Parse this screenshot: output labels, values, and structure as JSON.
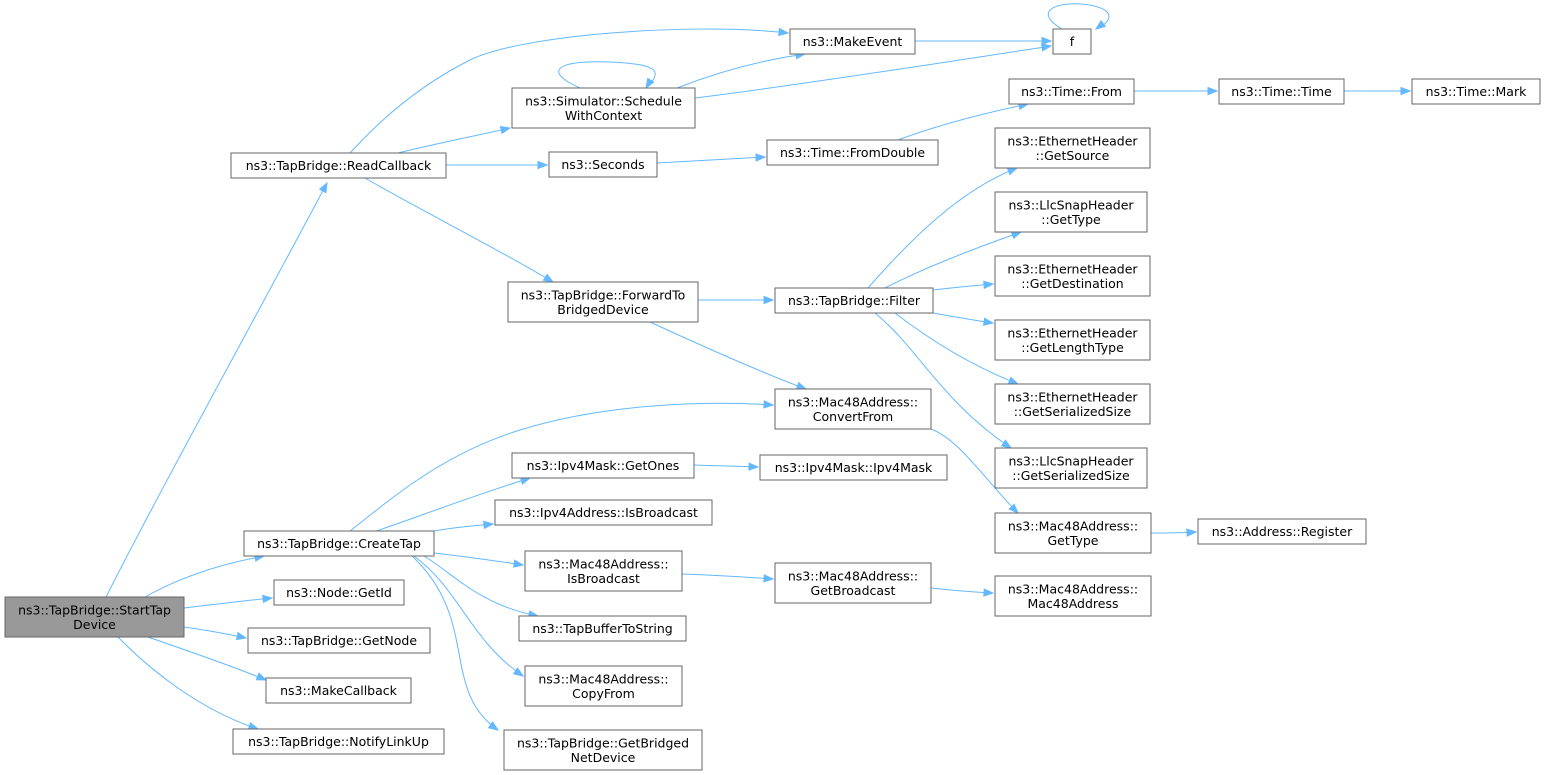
{
  "diagram": {
    "nodes": [
      {
        "id": "start",
        "label": [
          "ns3::TapBridge::StartTap",
          "Device"
        ],
        "root": true
      },
      {
        "id": "readcb",
        "label": [
          "ns3::TapBridge::ReadCallback"
        ]
      },
      {
        "id": "createtap",
        "label": [
          "ns3::TapBridge::CreateTap"
        ]
      },
      {
        "id": "getid",
        "label": [
          "ns3::Node::GetId"
        ]
      },
      {
        "id": "getnode",
        "label": [
          "ns3::TapBridge::GetNode"
        ]
      },
      {
        "id": "makecb",
        "label": [
          "ns3::MakeCallback"
        ]
      },
      {
        "id": "notify",
        "label": [
          "ns3::TapBridge::NotifyLinkUp"
        ]
      },
      {
        "id": "makeevent",
        "label": [
          "ns3::MakeEvent"
        ]
      },
      {
        "id": "f",
        "label": [
          "f"
        ]
      },
      {
        "id": "schedule",
        "label": [
          "ns3::Simulator::Schedule",
          "WithContext"
        ]
      },
      {
        "id": "seconds",
        "label": [
          "ns3::Seconds"
        ]
      },
      {
        "id": "fromdouble",
        "label": [
          "ns3::Time::FromDouble"
        ]
      },
      {
        "id": "timefrom",
        "label": [
          "ns3::Time::From"
        ]
      },
      {
        "id": "timetime",
        "label": [
          "ns3::Time::Time"
        ]
      },
      {
        "id": "timemark",
        "label": [
          "ns3::Time::Mark"
        ]
      },
      {
        "id": "forward",
        "label": [
          "ns3::TapBridge::ForwardTo",
          "BridgedDevice"
        ]
      },
      {
        "id": "filter",
        "label": [
          "ns3::TapBridge::Filter"
        ]
      },
      {
        "id": "ehsource",
        "label": [
          "ns3::EthernetHeader",
          "::GetSource"
        ]
      },
      {
        "id": "llctype",
        "label": [
          "ns3::LlcSnapHeader",
          "::GetType"
        ]
      },
      {
        "id": "ehdest",
        "label": [
          "ns3::EthernetHeader",
          "::GetDestination"
        ]
      },
      {
        "id": "ehlen",
        "label": [
          "ns3::EthernetHeader",
          "::GetLengthType"
        ]
      },
      {
        "id": "ehser",
        "label": [
          "ns3::EthernetHeader",
          "::GetSerializedSize"
        ]
      },
      {
        "id": "llcser",
        "label": [
          "ns3::LlcSnapHeader",
          "::GetSerializedSize"
        ]
      },
      {
        "id": "convfrom",
        "label": [
          "ns3::Mac48Address::",
          "ConvertFrom"
        ]
      },
      {
        "id": "getones",
        "label": [
          "ns3::Ipv4Mask::GetOnes"
        ]
      },
      {
        "id": "ipv4mask",
        "label": [
          "ns3::Ipv4Mask::Ipv4Mask"
        ]
      },
      {
        "id": "isbcast4",
        "label": [
          "ns3::Ipv4Address::IsBroadcast"
        ]
      },
      {
        "id": "isbcast48",
        "label": [
          "ns3::Mac48Address::",
          "IsBroadcast"
        ]
      },
      {
        "id": "getbcast",
        "label": [
          "ns3::Mac48Address::",
          "GetBroadcast"
        ]
      },
      {
        "id": "mac48ctor",
        "label": [
          "ns3::Mac48Address::",
          "Mac48Address"
        ]
      },
      {
        "id": "gettype48",
        "label": [
          "ns3::Mac48Address::",
          "GetType"
        ]
      },
      {
        "id": "register",
        "label": [
          "ns3::Address::Register"
        ]
      },
      {
        "id": "tapbuf",
        "label": [
          "ns3::TapBufferToString"
        ]
      },
      {
        "id": "copyfrom",
        "label": [
          "ns3::Mac48Address::",
          "CopyFrom"
        ]
      },
      {
        "id": "getbridged",
        "label": [
          "ns3::TapBridge::GetBridged",
          "NetDevice"
        ]
      }
    ],
    "edges": [
      [
        "start",
        "readcb"
      ],
      [
        "start",
        "createtap"
      ],
      [
        "start",
        "getid"
      ],
      [
        "start",
        "getnode"
      ],
      [
        "start",
        "makecb"
      ],
      [
        "start",
        "notify"
      ],
      [
        "readcb",
        "makeevent"
      ],
      [
        "readcb",
        "schedule"
      ],
      [
        "readcb",
        "seconds"
      ],
      [
        "readcb",
        "forward"
      ],
      [
        "makeevent",
        "f"
      ],
      [
        "f",
        "f"
      ],
      [
        "schedule",
        "schedule"
      ],
      [
        "schedule",
        "makeevent"
      ],
      [
        "schedule",
        "f"
      ],
      [
        "seconds",
        "fromdouble"
      ],
      [
        "fromdouble",
        "timefrom"
      ],
      [
        "timefrom",
        "timetime"
      ],
      [
        "timetime",
        "timemark"
      ],
      [
        "forward",
        "filter"
      ],
      [
        "forward",
        "convfrom"
      ],
      [
        "filter",
        "ehsource"
      ],
      [
        "filter",
        "llctype"
      ],
      [
        "filter",
        "ehdest"
      ],
      [
        "filter",
        "ehlen"
      ],
      [
        "filter",
        "ehser"
      ],
      [
        "filter",
        "llcser"
      ],
      [
        "convfrom",
        "gettype48"
      ],
      [
        "gettype48",
        "register"
      ],
      [
        "createtap",
        "convfrom"
      ],
      [
        "createtap",
        "getones"
      ],
      [
        "createtap",
        "isbcast4"
      ],
      [
        "createtap",
        "isbcast48"
      ],
      [
        "createtap",
        "tapbuf"
      ],
      [
        "createtap",
        "copyfrom"
      ],
      [
        "createtap",
        "getbridged"
      ],
      [
        "getones",
        "ipv4mask"
      ],
      [
        "isbcast48",
        "getbcast"
      ],
      [
        "getbcast",
        "mac48ctor"
      ]
    ]
  }
}
